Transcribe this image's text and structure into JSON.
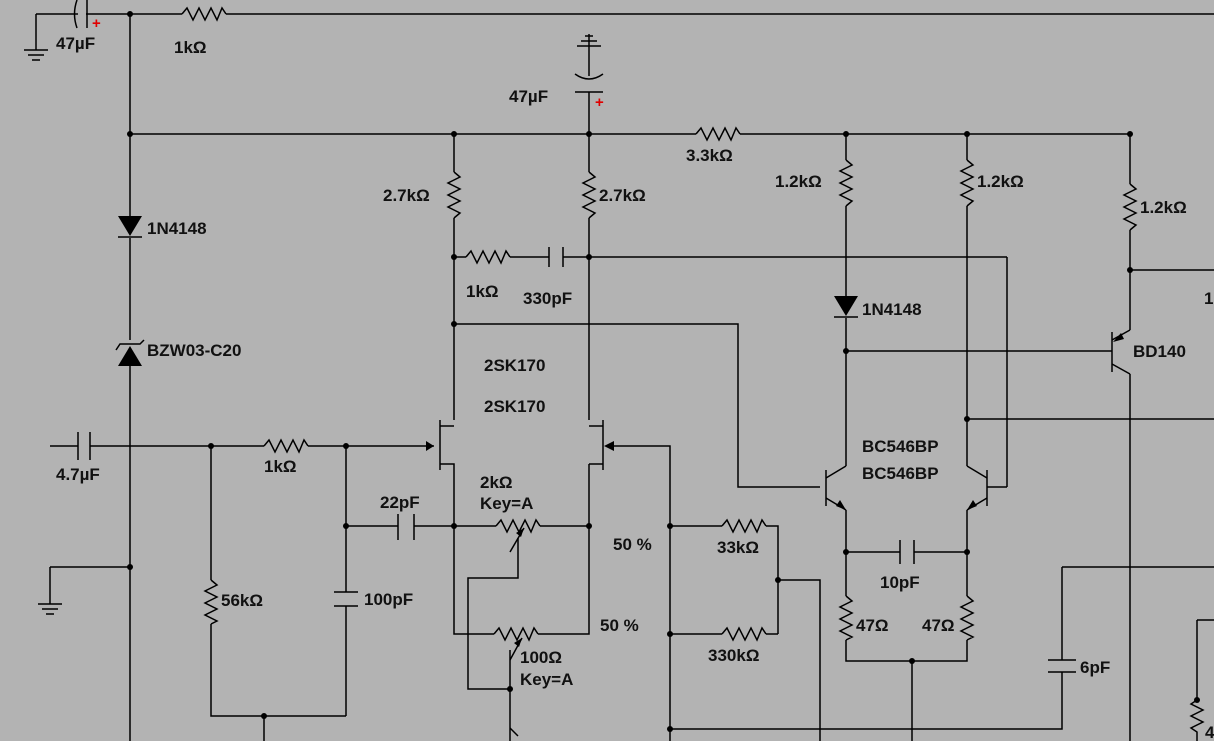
{
  "colors": {
    "background": "#b3b3b3",
    "wire": "#000000",
    "polarity_mark": "#e00000"
  },
  "components": {
    "c_in_supply": {
      "value": "47µF",
      "polarity": "+"
    },
    "r_supply_1k": {
      "value": "1kΩ"
    },
    "c_decouple": {
      "value": "47µF",
      "polarity": "+"
    },
    "r_rail_3k3": {
      "value": "3.3kΩ"
    },
    "d_ref": {
      "part": "1N4148"
    },
    "z_ref": {
      "part": "BZW03-C20"
    },
    "r_drain_left": {
      "value": "2.7kΩ"
    },
    "r_drain_right": {
      "value": "2.7kΩ"
    },
    "r_comp": {
      "value": "1kΩ"
    },
    "c_comp": {
      "value": "330pF"
    },
    "jfet_left": {
      "part": "2SK170"
    },
    "jfet_right": {
      "part": "2SK170"
    },
    "c_input": {
      "value": "4.7µF"
    },
    "r_input": {
      "value": "1kΩ"
    },
    "r_gate_gnd": {
      "value": "56kΩ"
    },
    "c_filter": {
      "value": "100pF"
    },
    "c_22p": {
      "value": "22pF"
    },
    "pot_2k": {
      "value": "2kΩ",
      "key": "Key=A",
      "setting": "50 %"
    },
    "pot_100": {
      "value": "100Ω",
      "key": "Key=A",
      "setting": "50 %"
    },
    "r_fb_33k": {
      "value": "33kΩ"
    },
    "r_fb_330k": {
      "value": "330kΩ"
    },
    "r_vas_left": {
      "value": "1.2kΩ"
    },
    "r_vas_right": {
      "value": "1.2kΩ"
    },
    "r_bd140": {
      "value": "1.2kΩ"
    },
    "d_vas": {
      "part": "1N4148"
    },
    "q_vas_left": {
      "part": "BC546BP"
    },
    "q_vas_right": {
      "part": "BC546BP"
    },
    "q_out": {
      "part": "BD140"
    },
    "c_10p": {
      "value": "10pF"
    },
    "r_47_left": {
      "value": "47Ω"
    },
    "r_47_right": {
      "value": "47Ω"
    },
    "c_6p": {
      "value": "6pF"
    },
    "edge_label_partial": "1",
    "edge_label_partial_bottom": "4"
  }
}
